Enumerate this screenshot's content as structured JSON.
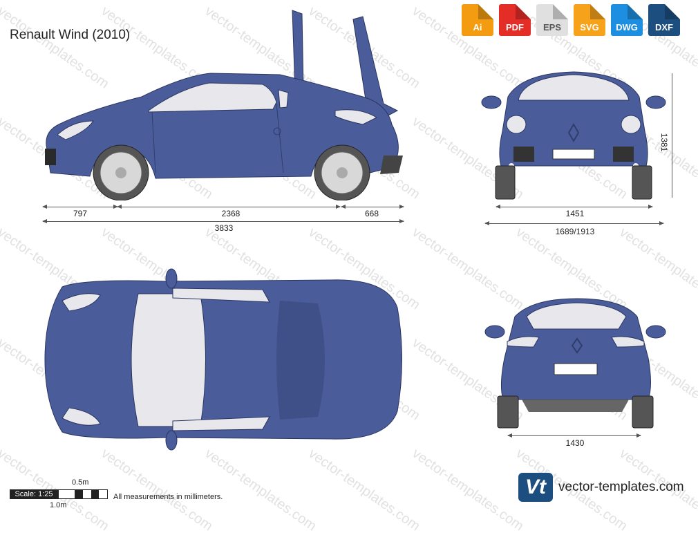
{
  "title": "Renault Wind (2010)",
  "formats": [
    {
      "label": "Ai",
      "color": "#f39c12",
      "icon": "ai-file-icon"
    },
    {
      "label": "PDF",
      "color": "#e52d27",
      "icon": "pdf-file-icon"
    },
    {
      "label": "EPS",
      "color": "#e0e0e0",
      "icon": "eps-file-icon"
    },
    {
      "label": "SVG",
      "color": "#f7a21b",
      "icon": "svg-file-icon"
    },
    {
      "label": "DWG",
      "color": "#1e8fe0",
      "icon": "dwg-file-icon"
    },
    {
      "label": "DXF",
      "color": "#1c4e80",
      "icon": "dxf-file-icon"
    }
  ],
  "dimensions": {
    "front_overhang": "797",
    "wheelbase": "2368",
    "rear_overhang": "668",
    "length": "3833",
    "height": "1381",
    "front_track": "1451",
    "width": "1689/1913",
    "rear_track": "1430"
  },
  "scale": {
    "label": "Scale: 1:25",
    "half": "0.5m",
    "full": "1.0m"
  },
  "note": "All measurements in millimeters.",
  "brand": {
    "logo_text": "Vt",
    "name": "vector-templates.com"
  },
  "watermark": "vector-templates.com",
  "colors": {
    "body": "#4a5d9a",
    "body_dark": "#2f3d6e",
    "glass": "#e8e8ec",
    "tyre": "#555555",
    "wheel": "#d8d8d8"
  }
}
